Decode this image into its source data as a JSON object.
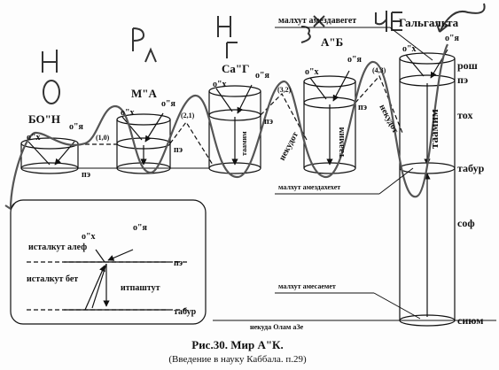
{
  "handwriting": [
    "Н",
    "О",
    "Р",
    "Л",
    "Н",
    "Г",
    "З",
    "Х",
    "ЧЕ"
  ],
  "worlds": [
    {
      "title": "БО\"Н",
      "ox": "о\"х",
      "oya": "о\"я",
      "pe": "пэ"
    },
    {
      "title": "М\"А",
      "ox": "о\"х",
      "oya": "о\"я",
      "pe": "пэ",
      "coord": "(1,0)"
    },
    {
      "title": "Са\"Г",
      "ox": "о\"х",
      "oya": "о\"я",
      "pe": "пэ",
      "coord": "(2,1)",
      "taamim": "таамим"
    },
    {
      "title": "А\"Б",
      "ox": "о\"х",
      "oya": "о\"я",
      "pe": "пэ",
      "coord": "(3,2)",
      "taamim": "таамим"
    },
    {
      "title": "Гальгальта",
      "ox": "о\"х",
      "oya": "о\"я",
      "coord": "(4,3)",
      "taamim": "таамим"
    }
  ],
  "nekudot": [
    "некудот",
    "некудот"
  ],
  "right_labels": {
    "rosh": "рош",
    "pe": "пэ",
    "toch": "тох",
    "tabur": "табур",
    "sof": "соф",
    "sium": "сиюм"
  },
  "annotations": {
    "top": "малхут амездавегет",
    "mid": "малхут амездахехет",
    "bottom": "малхут амесаемет",
    "olam": "некуда Олам аЗе"
  },
  "inset": {
    "ox": "о\"х",
    "oya": "о\"я",
    "alef": "исталкут алеф",
    "bet": "исталкут бет",
    "pe": "пэ",
    "itpashtut": "итпаштут",
    "tabur": "табур"
  },
  "caption": {
    "title": "Рис.30. Мир А\"К.",
    "subtitle": "(Введение в науку Каббала. п.29)"
  }
}
